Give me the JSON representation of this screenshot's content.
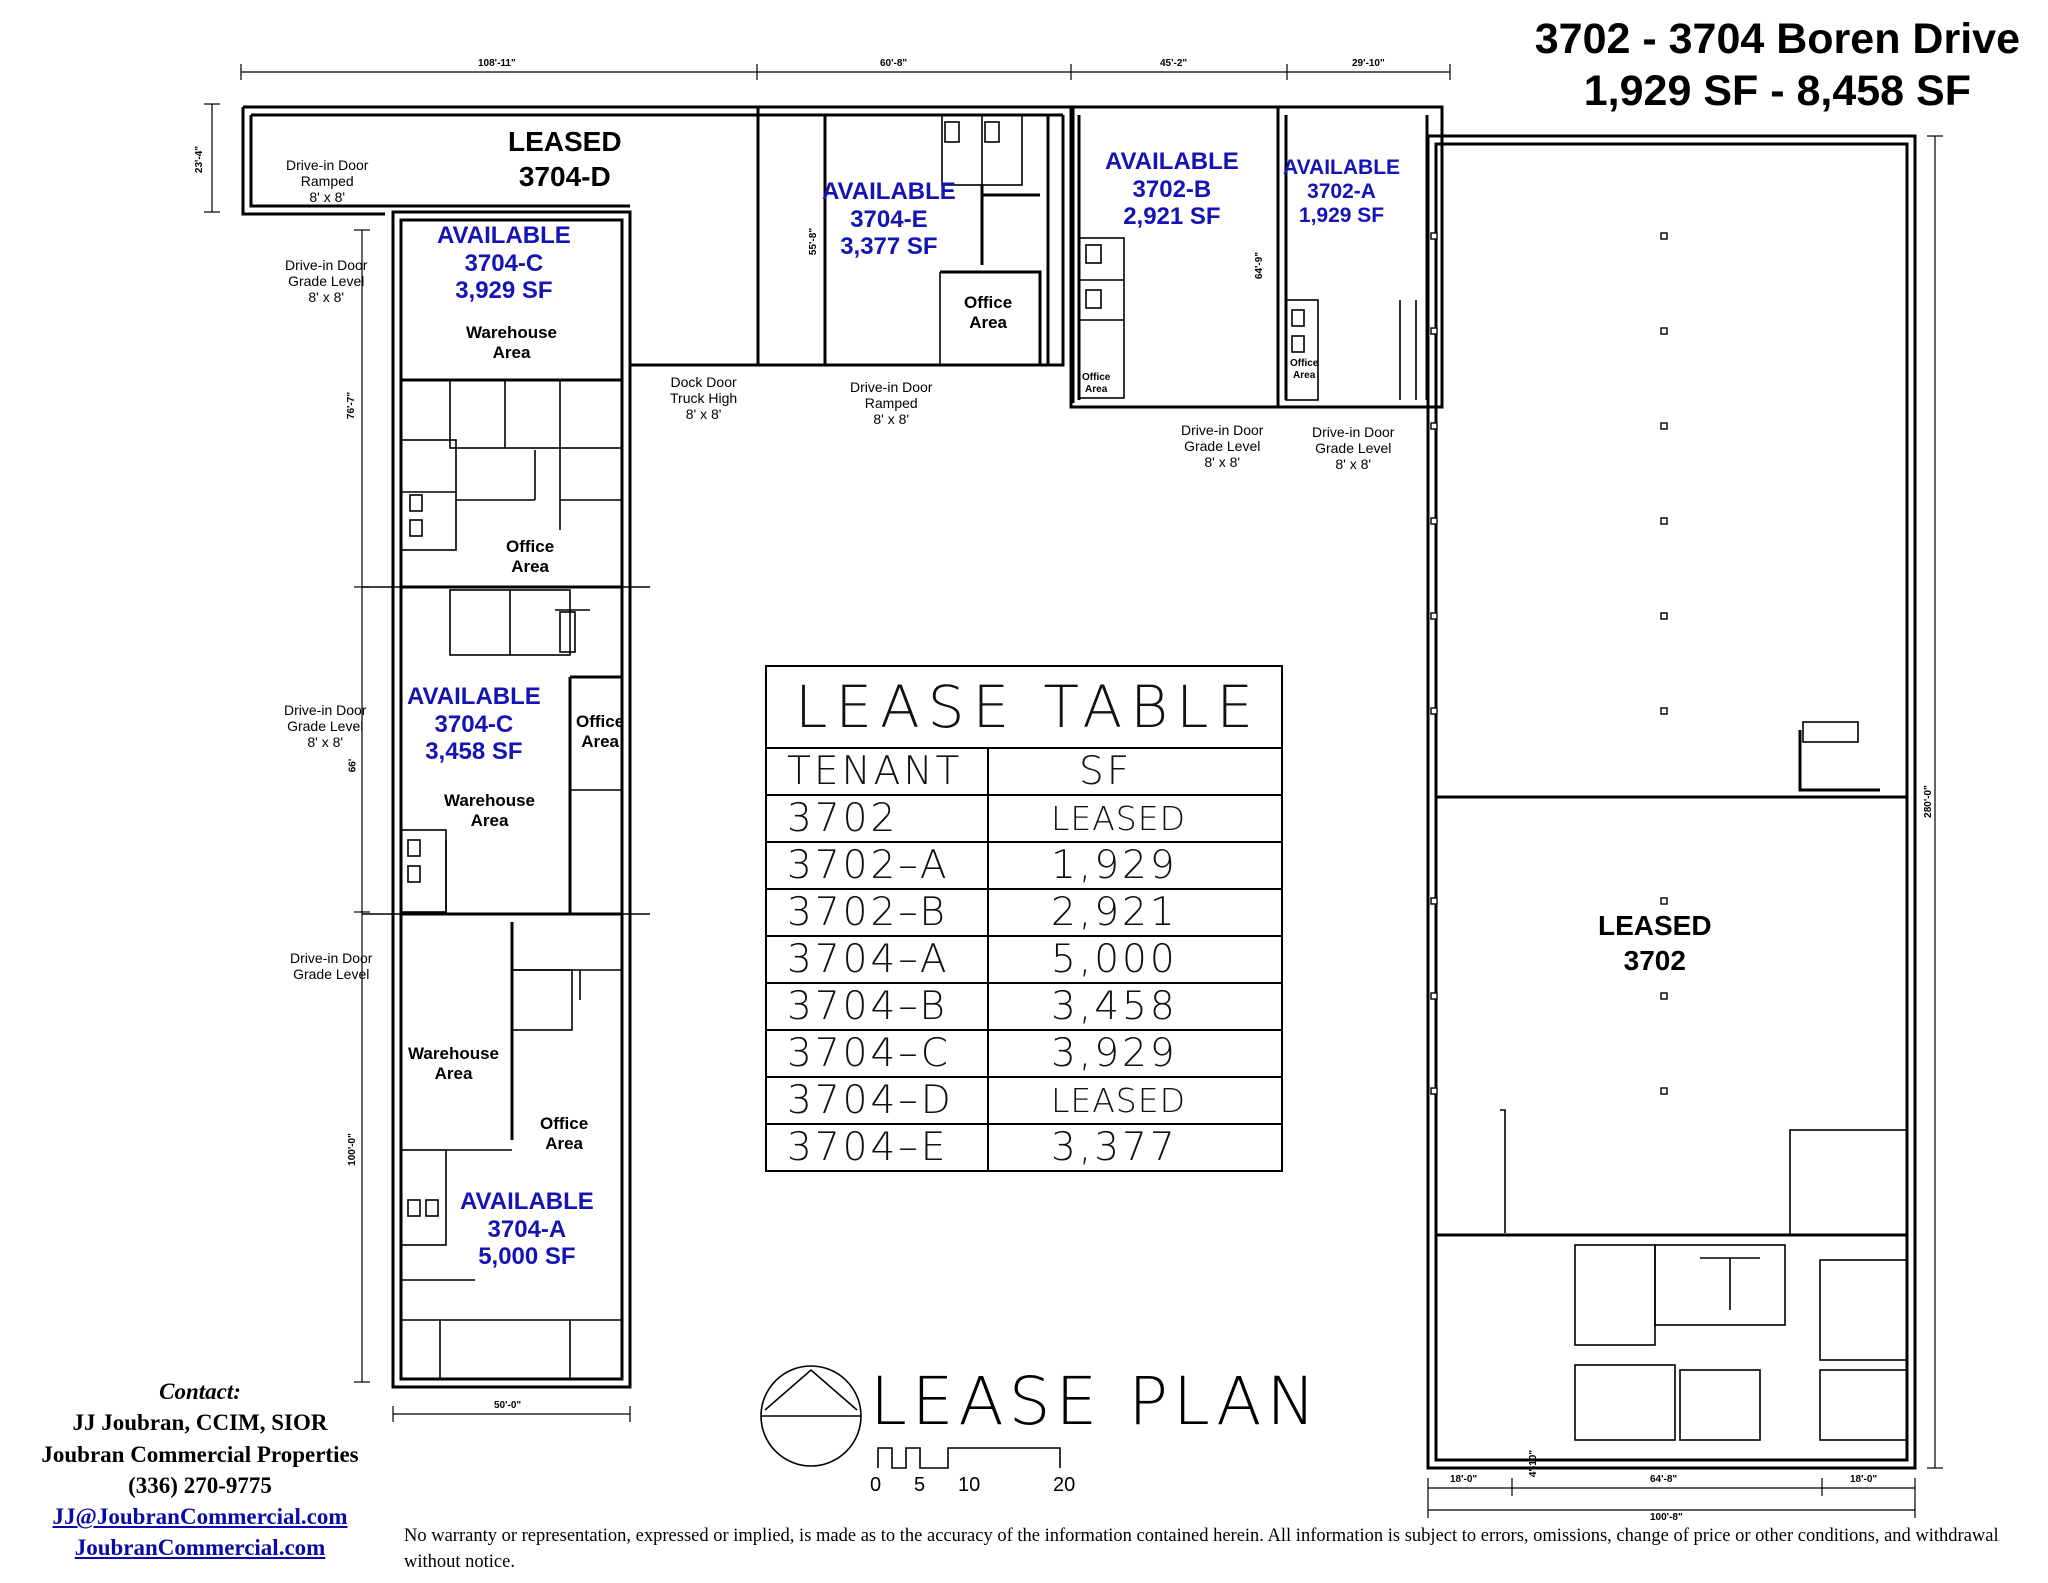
{
  "header": {
    "address": "3702 - 3704 Boren Drive",
    "size_range": "1,929 SF - 8,458 SF"
  },
  "spaces": [
    {
      "status": "LEASED",
      "unit": "3704-D"
    },
    {
      "status": "AVAILABLE",
      "unit": "3704-C",
      "sf": "3,929 SF"
    },
    {
      "status": "AVAILABLE",
      "unit": "3704-E",
      "sf": "3,377 SF"
    },
    {
      "status": "AVAILABLE",
      "unit": "3702-B",
      "sf": "2,921 SF"
    },
    {
      "status": "AVAILABLE",
      "unit": "3702-A",
      "sf": "1,929 SF"
    },
    {
      "status": "AVAILABLE",
      "unit": "3704-C",
      "sf": "3,458 SF"
    },
    {
      "status": "AVAILABLE",
      "unit": "3704-A",
      "sf": "5,000 SF"
    },
    {
      "status": "LEASED",
      "unit": "3702"
    }
  ],
  "room_labels": {
    "warehouse": [
      "Warehouse",
      "Area"
    ],
    "office": [
      "Office",
      "Area"
    ],
    "office_small": [
      "Office",
      "Area"
    ]
  },
  "doors": {
    "d1": [
      "Drive-in Door",
      "Ramped",
      "8' x 8'"
    ],
    "d2": [
      "Drive-in Door",
      "Grade Level",
      "8' x 8'"
    ],
    "d3": [
      "Dock Door",
      "Truck High",
      "8' x 8'"
    ],
    "d4": [
      "Drive-in Door",
      "Ramped",
      "8' x 8'"
    ],
    "d5": [
      "Drive-in Door",
      "Grade Level",
      "8' x 8'"
    ],
    "d6": [
      "Drive-in Door",
      "Grade Level",
      "8' x 8'"
    ],
    "d7": [
      "Drive-in Door",
      "Grade Level",
      "8' x 8'"
    ],
    "d8": [
      "Drive-in Door",
      "Grade Level"
    ]
  },
  "dimensions": {
    "top_1": "108'-11\"",
    "top_2": "60'-8\"",
    "top_3": "45'-2\"",
    "top_4": "29'-10\"",
    "left_1": "23'-4\"",
    "left_2": "76'-7\"",
    "left_3": "66'",
    "left_4": "100'-0\"",
    "bottom_left": "50'-0\"",
    "e_depth": "55'-8\"",
    "b_depth": "64'-9\"",
    "right": "280'-0\"",
    "bottom_r1": "18'-0\"",
    "bottom_r2": "64'-8\"",
    "bottom_r3": "18'-0\"",
    "bottom_total": "100'-8\"",
    "bottom_small": "4'-10\""
  },
  "lease_table": {
    "title": "LEASE TABLE",
    "columns": [
      "TENANT",
      "SF"
    ],
    "rows": [
      [
        "3702",
        "LEASED"
      ],
      [
        "3702–A",
        "1,929"
      ],
      [
        "3702–B",
        "2,921"
      ],
      [
        "3704–A",
        "5,000"
      ],
      [
        "3704–B",
        "3,458"
      ],
      [
        "3704–C",
        "3,929"
      ],
      [
        "3704–D",
        "LEASED"
      ],
      [
        "3704–E",
        "3,377"
      ]
    ]
  },
  "lease_plan": {
    "title": "LEASE PLAN",
    "scale": [
      "0",
      "5",
      "10",
      "20"
    ]
  },
  "contact": {
    "heading": "Contact:",
    "name": "JJ Joubran, CCIM, SIOR",
    "company": "Joubran Commercial Properties",
    "phone": "(336) 270-9775",
    "email": "JJ@JoubranCommercial.com",
    "website": "JoubranCommercial.com"
  },
  "disclaimer": "No warranty or representation, expressed or implied, is made as to the accuracy of the information contained herein.  All information is subject to errors, omissions, change of price or other conditions, and withdrawal without notice."
}
